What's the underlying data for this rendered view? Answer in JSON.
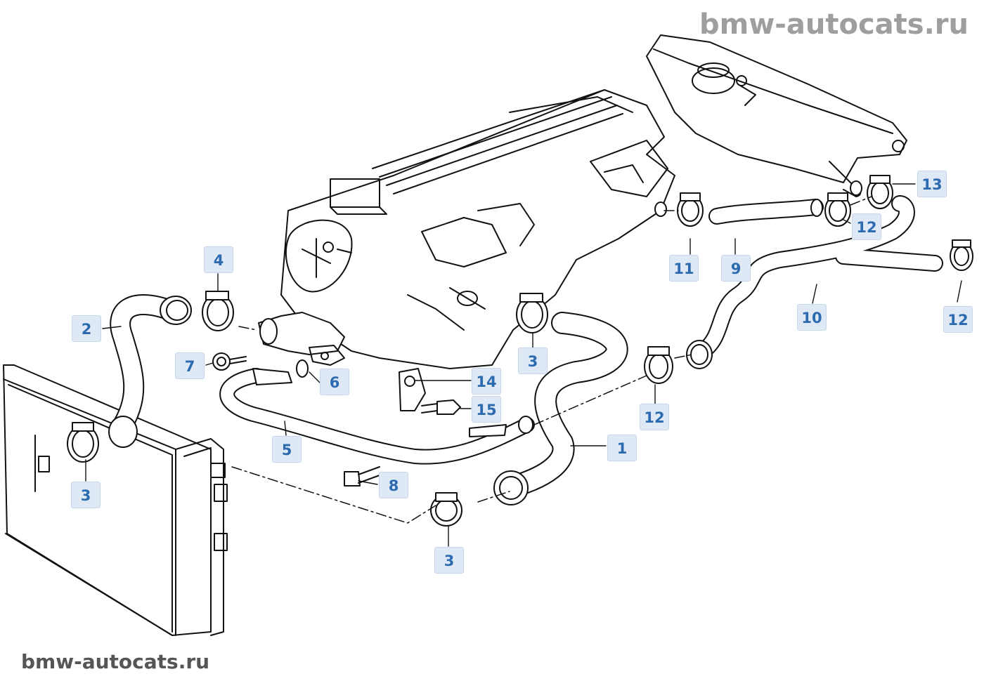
{
  "watermark": "bmw-autocats.ru",
  "callouts": [
    "1",
    "2",
    "3",
    "3",
    "3",
    "4",
    "5",
    "6",
    "7",
    "8",
    "9",
    "10",
    "11",
    "12",
    "12",
    "12",
    "13",
    "14",
    "15"
  ],
  "colors": {
    "callout_text": "#2c6bb0",
    "callout_bg": "#dfe9f5",
    "line": "#111111",
    "watermark": "#9e9e9e"
  }
}
